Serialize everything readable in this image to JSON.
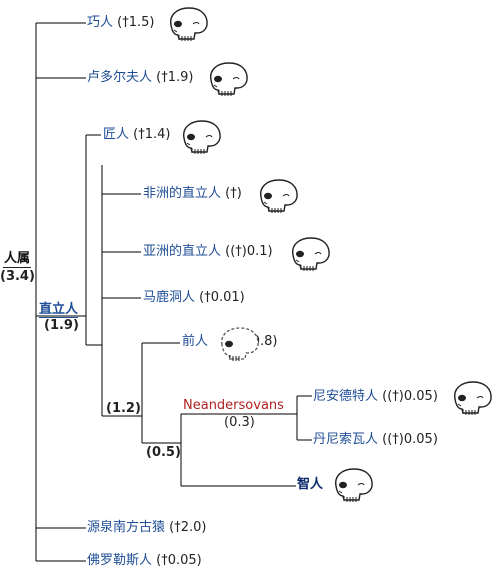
{
  "root": {
    "name": "人属",
    "date": "(3.4)"
  },
  "erectus_clade": {
    "name": "直立人",
    "date": "(1.9)"
  },
  "nodes": {
    "n12": "(1.2)",
    "n05": "(0.5)",
    "n03": "(0.3)"
  },
  "taxa": {
    "habilis": {
      "name": "巧人",
      "dates": "(†1.5)"
    },
    "rudolfensis": {
      "name": "卢多尔夫人",
      "dates": "(†1.9)"
    },
    "ergaster": {
      "name": "匠人",
      "dates": "(†1.4)"
    },
    "erectus_af": {
      "name": "非洲的直立人",
      "dates": "(†)"
    },
    "erectus_as": {
      "name": "亚洲的直立人",
      "dates": "((†)0.1)"
    },
    "maludong": {
      "name": "马鹿洞人",
      "dates": "(†0.01)"
    },
    "antecessor": {
      "name": "前人",
      "dates": "(†0.8)"
    },
    "neandersovans": {
      "name": "Neandersovans"
    },
    "neanderthal": {
      "name": "尼安德特人",
      "dates": "((†)0.05)"
    },
    "denisovan": {
      "name": "丹尼索瓦人",
      "dates": "((†)0.05)"
    },
    "sapiens": {
      "name": "智人"
    },
    "sediba": {
      "name": "源泉南方古猿",
      "dates": "(†2.0)"
    },
    "floresiensis": {
      "name": "佛罗勒斯人",
      "dates": "(†0.05)"
    }
  },
  "colors": {
    "link": "#1f4e96",
    "dark_link": "#0b2a6b",
    "red": "#b22222",
    "line": "#000000"
  },
  "icons": [
    "skull-icon"
  ]
}
